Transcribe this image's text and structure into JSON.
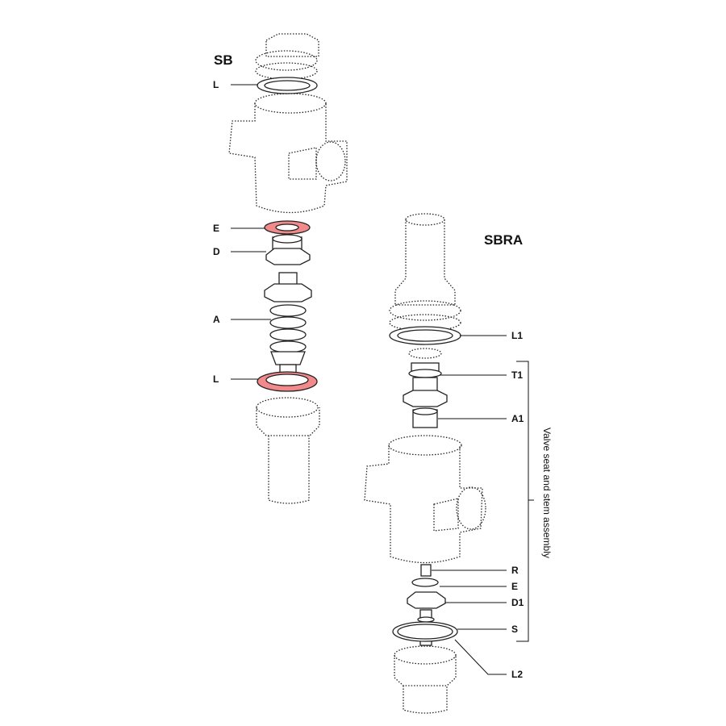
{
  "colors": {
    "gasket": "#f2898b",
    "line": "#222222"
  },
  "sb": {
    "title": "SB",
    "labels": {
      "L_top": "L",
      "E": "E",
      "D": "D",
      "A": "A",
      "L_bottom": "L"
    }
  },
  "sbra": {
    "title": "SBRA",
    "labels": {
      "L1": "L1",
      "T1": "T1",
      "A1": "A1",
      "R": "R",
      "E": "E",
      "D1": "D1",
      "S": "S",
      "L2": "L2"
    },
    "bracket_label": "Valve seat and stem assembly"
  }
}
